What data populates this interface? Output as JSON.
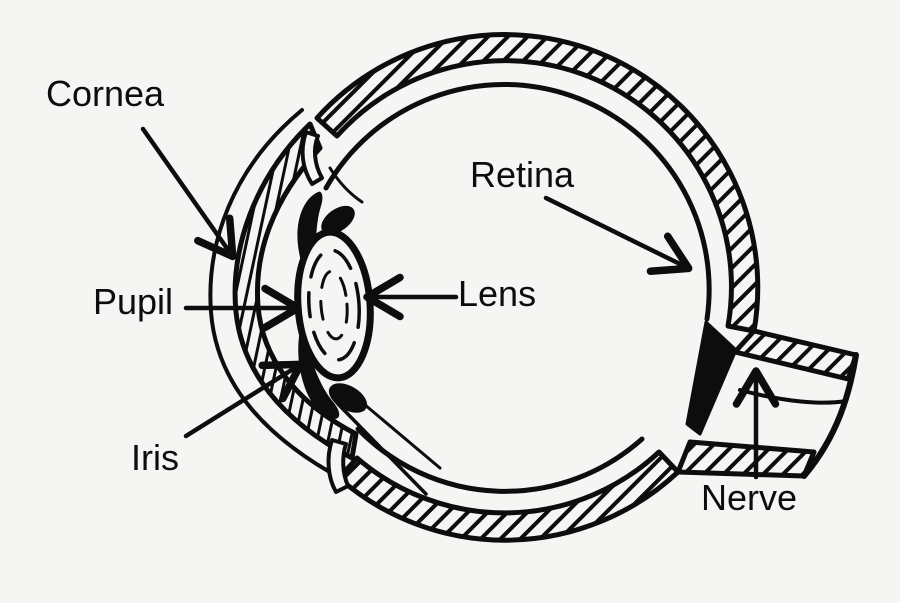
{
  "diagram": {
    "type": "human-eye-cross-section",
    "labels": [
      {
        "id": "cornea",
        "text": "Cornea"
      },
      {
        "id": "pupil",
        "text": "Pupil"
      },
      {
        "id": "iris",
        "text": "Iris"
      },
      {
        "id": "lens",
        "text": "Lens"
      },
      {
        "id": "retina",
        "text": "Retina"
      },
      {
        "id": "nerve",
        "text": "Nerve"
      }
    ]
  },
  "colors": {
    "background": "#f5f5f4",
    "ink": "#0d0d0d"
  }
}
